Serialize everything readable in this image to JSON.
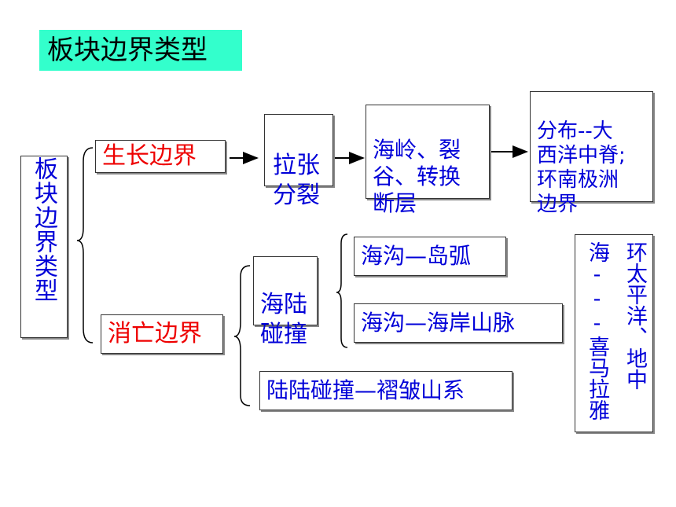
{
  "title": "板块边界类型",
  "root": "板块边界类型",
  "growth": {
    "label": "生长边界",
    "step1": "拉张\n分裂",
    "step2": "海岭、裂\n谷、转换\n断层",
    "distribution": "分布--大\n西洋中脊;\n环南极洲\n边界"
  },
  "destructive": {
    "label": "消亡边界",
    "ocean_continent": "海陆\n碰撞",
    "trench_arc": "海沟—岛弧",
    "trench_mountain": "海沟—海岸山脉",
    "continent_continent": "陆陆碰撞—褶皱山系",
    "distribution_col1": "环太平洋、地中",
    "distribution_col2": "海---喜马拉雅"
  },
  "colors": {
    "title_bg": "#33ffcc",
    "text_blue": "#0000d8",
    "text_red": "#ee0000"
  }
}
